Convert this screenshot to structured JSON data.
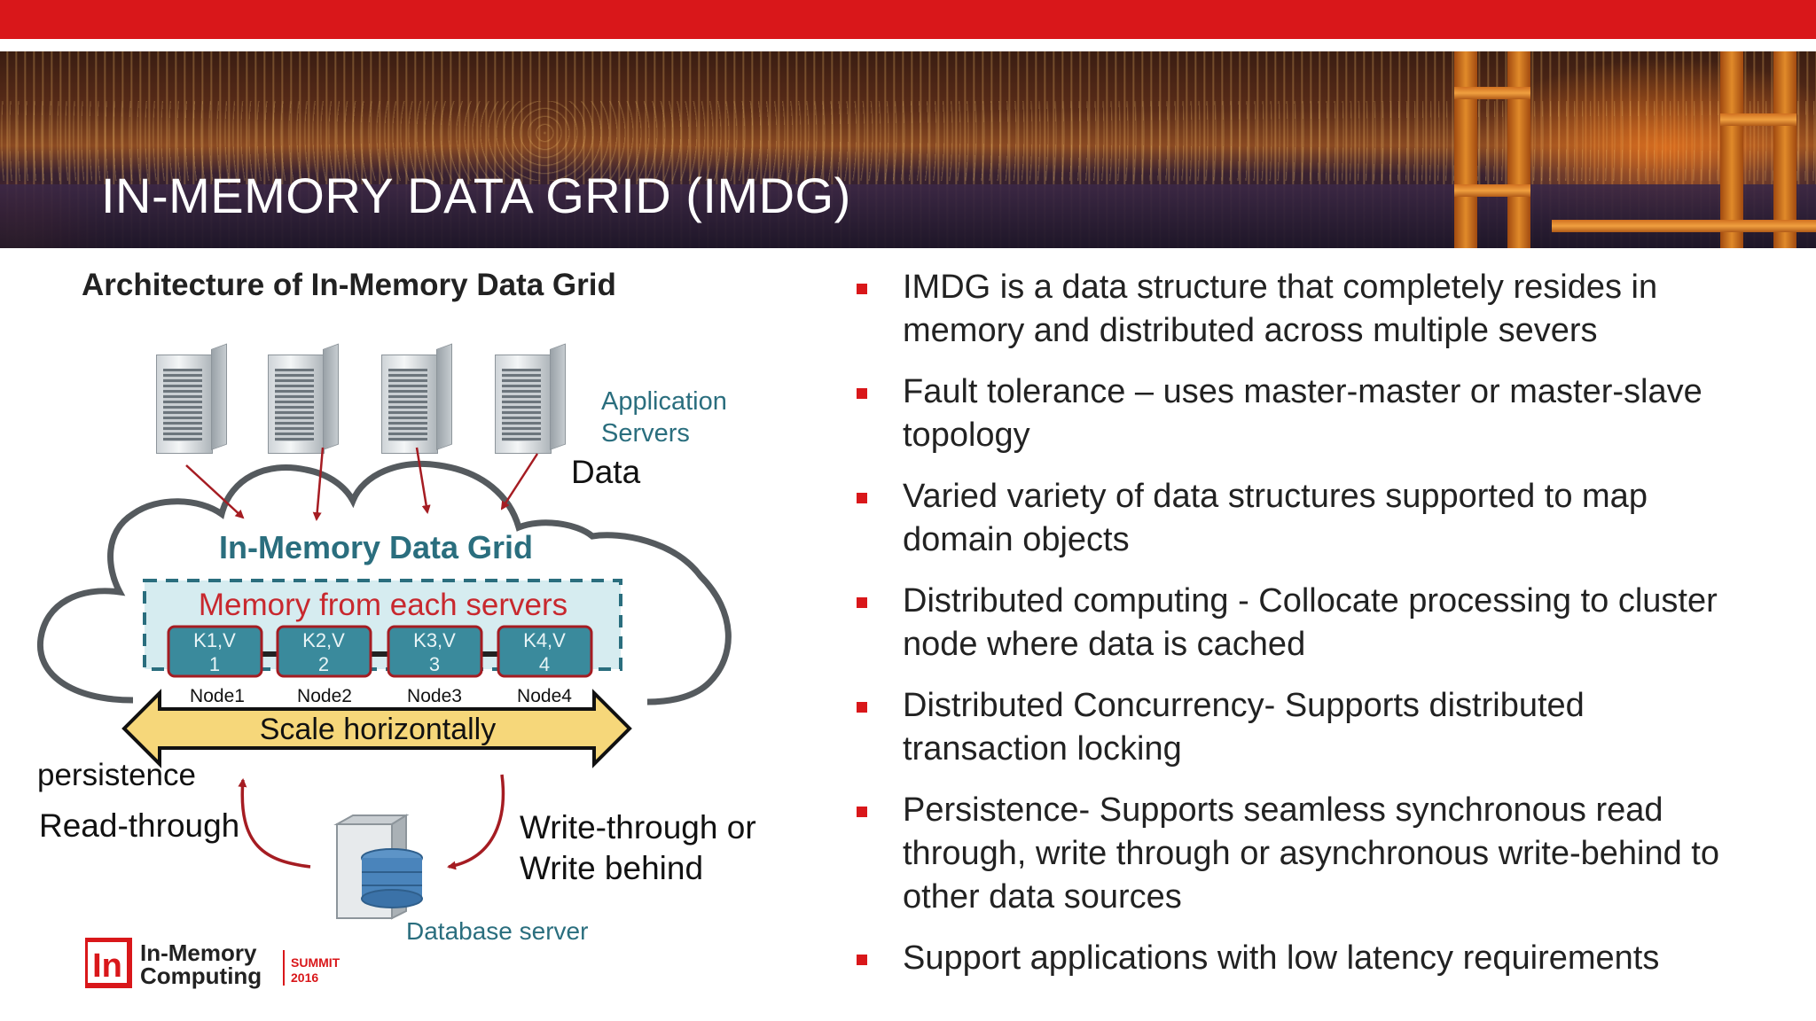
{
  "header": {
    "title": "IN-MEMORY DATA GRID (IMDG)"
  },
  "diagram": {
    "heading": "Architecture of In-Memory Data Grid",
    "app_servers_label_line1": "Application",
    "app_servers_label_line2": "Servers",
    "data_label": "Data",
    "grid_label": "In-Memory Data Grid",
    "memory_label": "Memory from each servers",
    "nodes": [
      {
        "kv_line1": "K1,V",
        "kv_line2": "1",
        "name": "Node1"
      },
      {
        "kv_line1": "K2,V",
        "kv_line2": "2",
        "name": "Node2"
      },
      {
        "kv_line1": "K3,V",
        "kv_line2": "3",
        "name": "Node3"
      },
      {
        "kv_line1": "K4,V",
        "kv_line2": "4",
        "name": "Node4"
      }
    ],
    "scale_label": "Scale horizontally",
    "persistence_label": "persistence",
    "read_through_label": "Read-through",
    "write_line1": "Write-through or",
    "write_line2": "Write behind",
    "db_label": "Database server"
  },
  "bullets": [
    {
      "line1": "IMDG is a data structure that completely resides in",
      "line2": "memory and distributed across multiple severs"
    },
    {
      "line1": "Fault tolerance – uses master-master or master-slave",
      "line2": "topology"
    },
    {
      "line1": "Varied variety of data structures supported to map",
      "line2": "domain objects"
    },
    {
      "line1": "Distributed computing - Collocate processing to cluster",
      "line2": "node where data is cached"
    },
    {
      "line1": "Distributed Concurrency- Supports distributed",
      "line2": "transaction locking"
    },
    {
      "line1": "Persistence- Supports seamless synchronous read",
      "line2": "through, write through or asynchronous write-behind to",
      "line3": "other data sources"
    },
    {
      "line1": "Support applications with low latency requirements"
    }
  ],
  "logo": {
    "mark": "In",
    "name_line1": "In-Memory",
    "name_line2": "Computing",
    "event_line1": "SUMMIT",
    "event_line2": "2016"
  },
  "colors": {
    "accent_red": "#d9171a",
    "grid_teal": "#2a6e7e",
    "node_fill": "#3a8a9c",
    "arrow_red": "#a51c22",
    "scale_yellow": "#f6d77a"
  }
}
